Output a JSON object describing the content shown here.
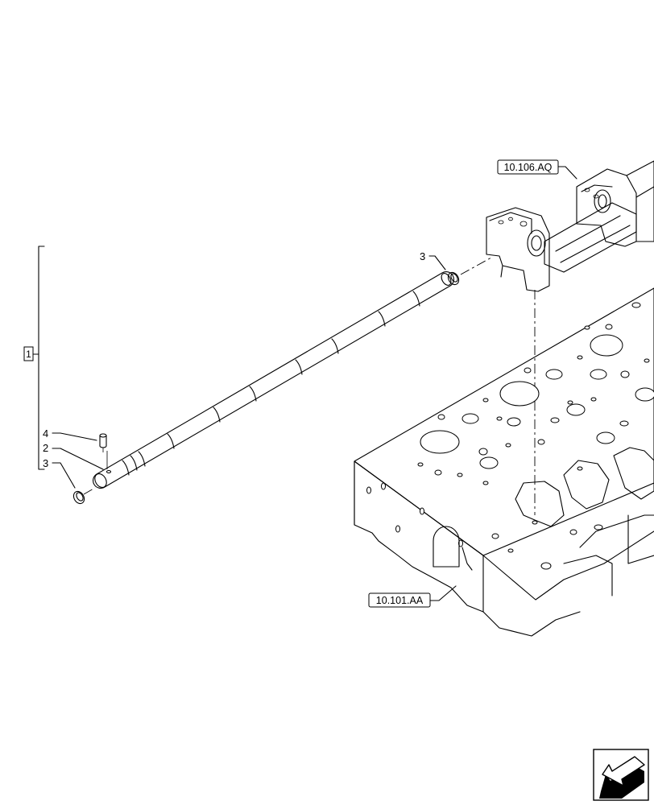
{
  "references": [
    {
      "id": "ref-top",
      "label": "10.106.AQ"
    },
    {
      "id": "ref-bottom",
      "label": "10.101.AA"
    }
  ],
  "group": {
    "label": "1"
  },
  "callouts": [
    {
      "id": "callout-3-top",
      "label": "3"
    },
    {
      "id": "callout-4",
      "label": "4"
    },
    {
      "id": "callout-2",
      "label": "2"
    },
    {
      "id": "callout-3-bottom",
      "label": "3"
    }
  ],
  "nav": {
    "icon": "next-page-arrow-icon"
  }
}
